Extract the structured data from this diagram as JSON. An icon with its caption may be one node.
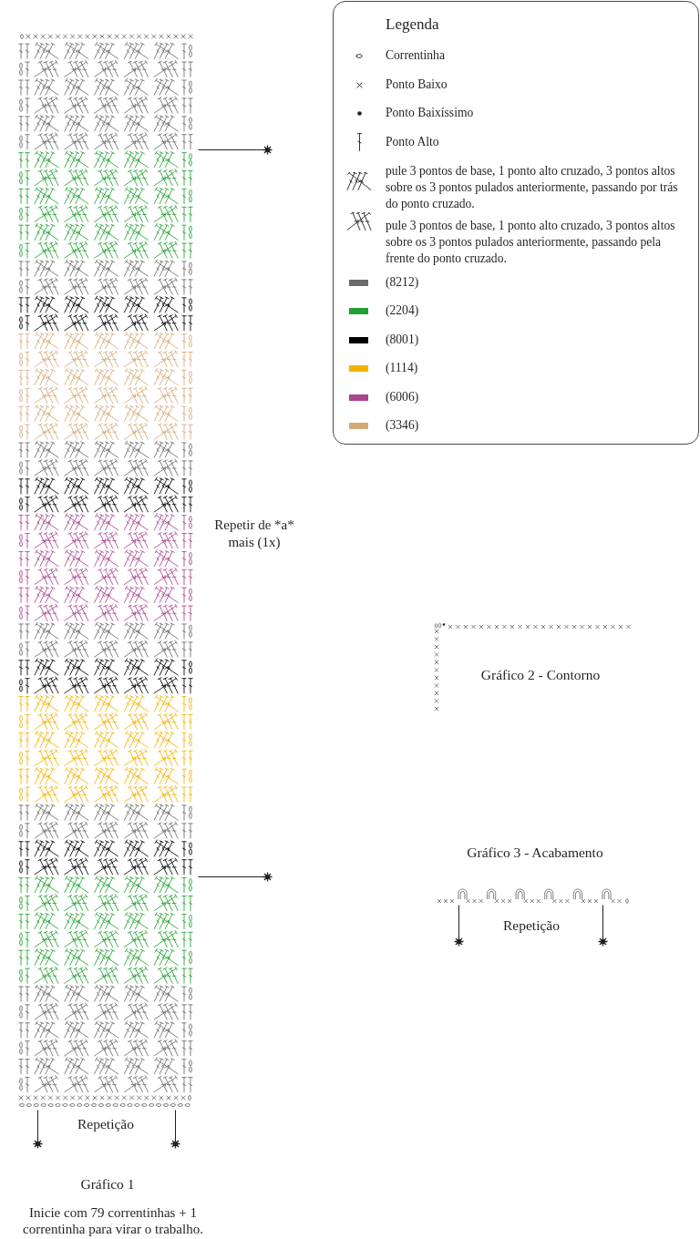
{
  "diagram": {
    "labels": [
      "Legenda",
      "Repetir de *a* mais (1x)",
      "Gráfico 2 - Contorno",
      "Gráfico 3 - Acabamento",
      "Repetição",
      "Repetição",
      "Gráfico 1",
      "Inicie com 79 correntinhas + 1 correntinha para virar o trabalho."
    ],
    "legend": [
      {
        "text": "Correntinha"
      },
      {
        "text": "Ponto Baixo"
      },
      {
        "text": "Ponto Baixíssimo"
      },
      {
        "text": "Ponto Alto"
      },
      {
        "text": "pule 3 pontos de base, 1 ponto alto cruzado, 3 pontos altos sobre os 3 pontos pulados anteriormente, passando por trás do ponto cruzado."
      },
      {
        "text": "pule 3 pontos de base, 1 ponto alto cruzado, 3 pontos altos sobre os 3 pontos pulados anteriormente, passando pela frente do ponto cruzado."
      },
      {
        "text": "(8212)",
        "color": "#6b6b6b"
      },
      {
        "text": "(2204)",
        "color": "#22a033"
      },
      {
        "text": "(8001)",
        "color": "#000000"
      },
      {
        "text": "(1114)",
        "color": "#f2b200"
      },
      {
        "text": "(6006)",
        "color": "#a8468e"
      },
      {
        "text": "(3346)",
        "color": "#d3aa78"
      }
    ]
  }
}
